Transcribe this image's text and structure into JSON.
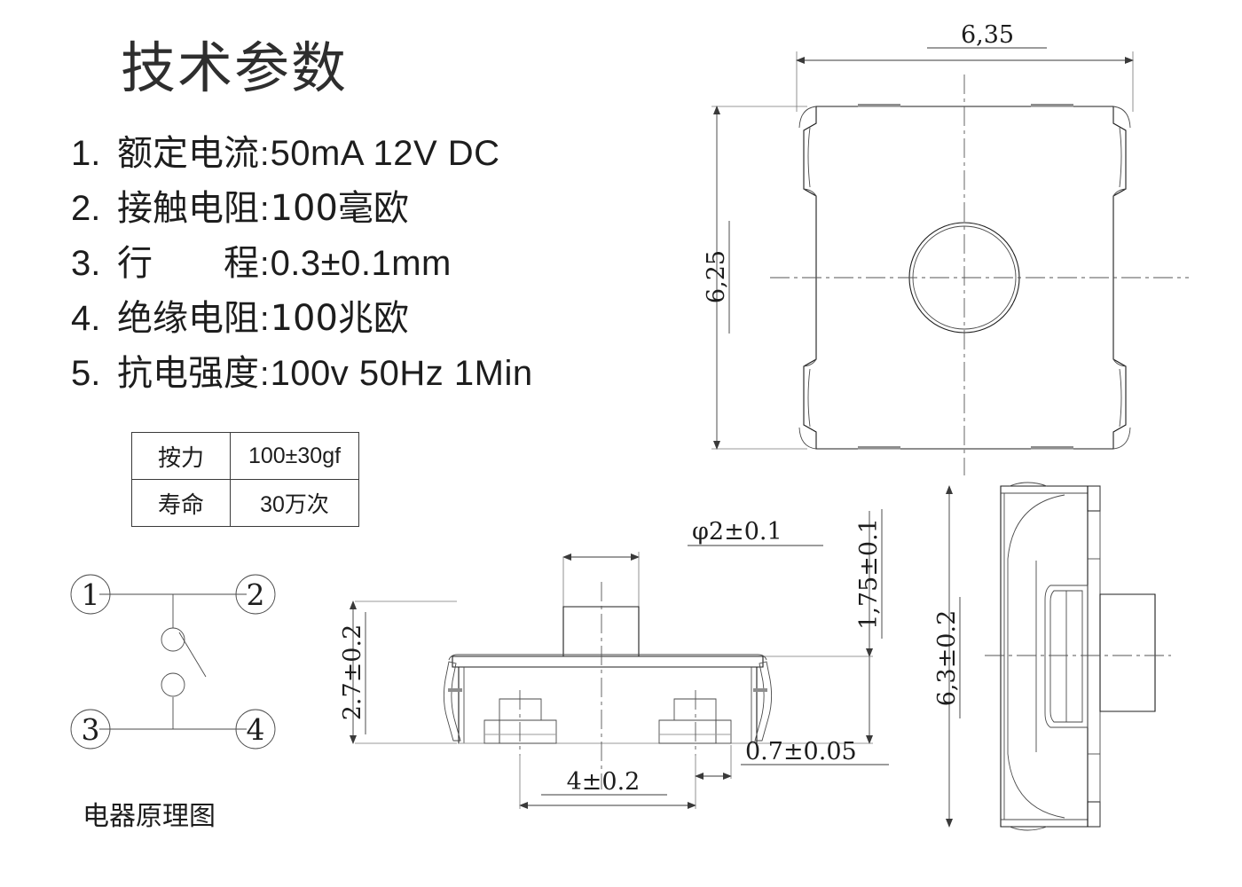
{
  "spec": {
    "title": "技术参数",
    "items": [
      {
        "num": "1.",
        "key": "额定电流",
        "colon": ":",
        "value": "50mA  12V DC",
        "cn": false
      },
      {
        "num": "2.",
        "key": "接触电阻",
        "colon": ":",
        "value": "100毫欧",
        "cn": true
      },
      {
        "num": "3.",
        "key": "行　　程",
        "colon": ":",
        "value": "0.3±0.1mm",
        "cn": false
      },
      {
        "num": "4.",
        "key": "绝缘电阻",
        "colon": ":",
        "value": "100兆欧",
        "cn": true
      },
      {
        "num": "5.",
        "key": "抗电强度",
        "colon": ":",
        "value": "100v  50Hz  1Min",
        "cn": false
      }
    ]
  },
  "table": {
    "rows": [
      {
        "label": "按力",
        "value": "100±30gf"
      },
      {
        "label": "寿命",
        "value": "30万次"
      }
    ]
  },
  "circuit": {
    "caption": "电器原理图",
    "terminals": [
      "1",
      "2",
      "3",
      "4"
    ]
  },
  "views": {
    "top": {
      "name": "top-view",
      "dim_width": "6,35",
      "dim_height": "6,25"
    },
    "front": {
      "name": "front-view",
      "dim_button_dia": "φ2±0.1",
      "dim_button_height": "1,75±0.1",
      "dim_total_height": "2.7±0.2",
      "dim_pitch": "4±0.2",
      "dim_pad_width": "0.7±0.05"
    },
    "side": {
      "name": "side-view",
      "dim_width": "6,3±0.2"
    }
  },
  "colors": {
    "line": "#1d1d1d",
    "thin_line": "#4a4a4a",
    "center_line": "#555555",
    "gray_fill": "#8e8e8e",
    "background": "#ffffff",
    "title": "#2e2e2e"
  }
}
